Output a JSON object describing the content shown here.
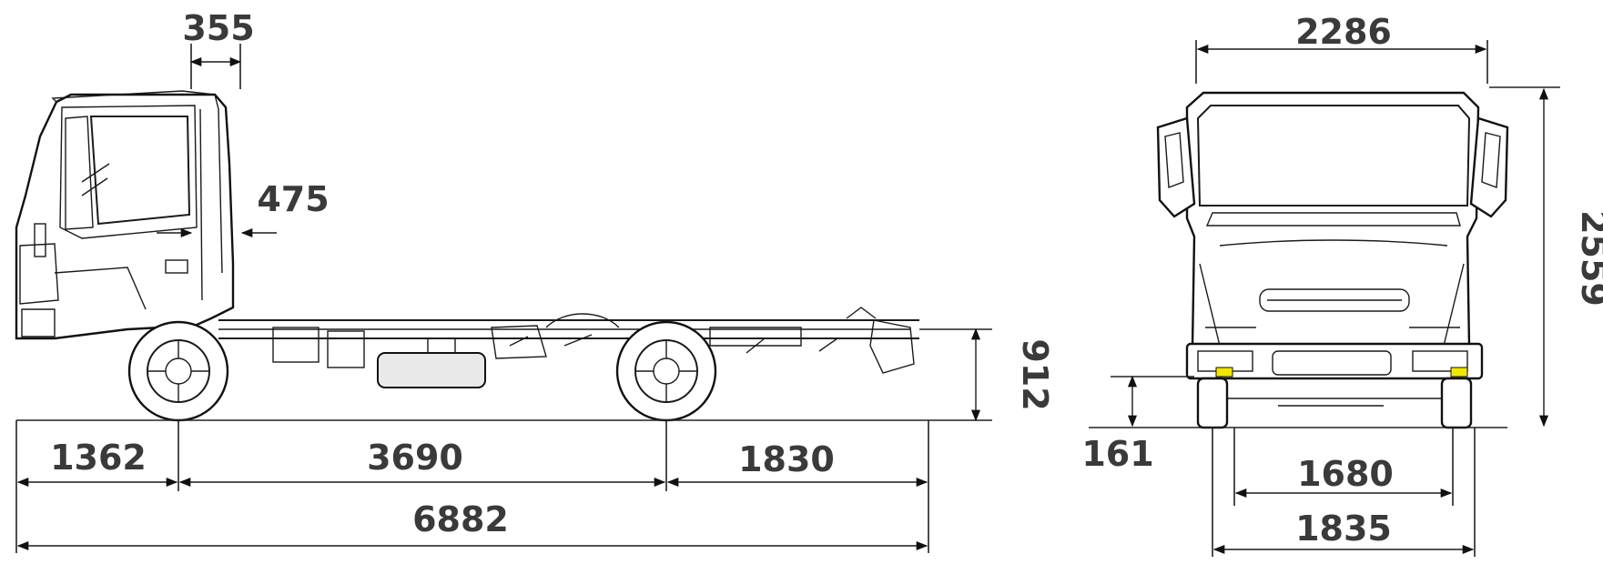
{
  "dimensions": {
    "side": {
      "roof_spoiler": "355",
      "cab_rear_gap": "475",
      "frame_height": "912",
      "front_overhang": "1362",
      "wheelbase": "3690",
      "rear_overhang": "1830",
      "overall_length": "6882"
    },
    "front": {
      "cab_width": "2286",
      "overall_height": "2559",
      "ground_clearance": "161",
      "rear_track": "1680",
      "front_track": "1835"
    }
  },
  "colors": {
    "line": "#1a1a1a",
    "label": "#3a3a3a",
    "lamp": "#f2e600"
  }
}
